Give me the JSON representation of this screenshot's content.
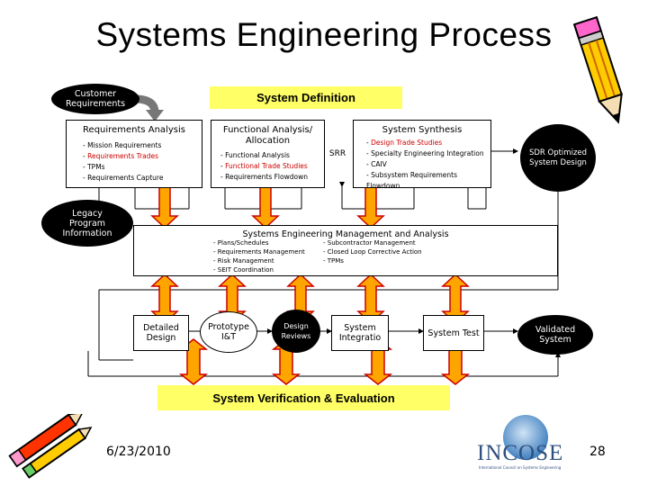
{
  "title": "Systems Engineering Process",
  "customer_requirements": "Customer Requirements",
  "system_definition": "System Definition",
  "requirements_analysis": {
    "heading": "Requirements Analysis",
    "items": [
      "Mission Requirements",
      "Requirements Trades",
      "TPMs",
      "Requirements Capture"
    ]
  },
  "functional_analysis": {
    "heading": "Functional Analysis/ Allocation",
    "items": [
      "Functional Analysis",
      "Functional Trade Studies",
      "Requirements Flowdown"
    ]
  },
  "srr": "SRR",
  "system_synthesis": {
    "heading": "System Synthesis",
    "items": [
      "Design Trade Studies",
      "Specialty Engineering Integration",
      "CAIV",
      "Subsystem Requirements Flowdown"
    ]
  },
  "sdr": "SDR Optimized System Design",
  "legacy": "Legacy Program Information",
  "management": {
    "heading": "Systems Engineering Management and Analysis",
    "left_items": [
      "Plans/Schedules",
      "Requirements Management",
      "Risk Management",
      "SEIT Coordination"
    ],
    "right_items": [
      "Subcontractor Management",
      "Closed Loop Corrective Action",
      "TPMs"
    ]
  },
  "bottom": {
    "detailed_design": "Detailed Design",
    "prototype": "Prototype I&T",
    "design_reviews": "Design Reviews",
    "system_integration": "System Integratio",
    "system_test": "System Test",
    "validated_system": "Validated System"
  },
  "verification": "System Verification & Evaluation",
  "date": "6/23/2010",
  "page_number": "28",
  "incose_logo": "INCOSE",
  "incose_tagline": "International Council on Systems Engineering",
  "colors": {
    "yellow": "#ffff66",
    "arrow_fill": "#ffa500",
    "arrow_stroke": "#cc0000",
    "red_text": "#cc0000",
    "gray_arrow": "#777777"
  }
}
